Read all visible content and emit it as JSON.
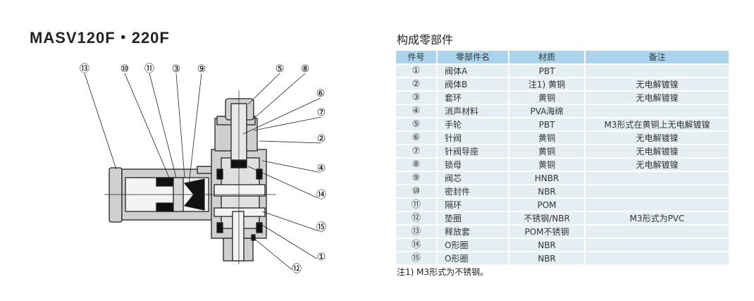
{
  "title": "MASV120F・220F",
  "diagram": {
    "callouts": [
      {
        "label": "⑬",
        "target": "release-sleeve"
      },
      {
        "label": "⑩",
        "target": "seal"
      },
      {
        "label": "⑪",
        "target": "spacer-ring"
      },
      {
        "label": "③",
        "target": "sleeve-ring"
      },
      {
        "label": "⑨",
        "target": "valve-core"
      },
      {
        "label": "⑤",
        "target": "handwheel"
      },
      {
        "label": "⑧",
        "target": "lock-nut"
      },
      {
        "label": "⑥",
        "target": "needle-valve"
      },
      {
        "label": "⑦",
        "target": "needle-guide"
      },
      {
        "label": "②",
        "target": "body-b"
      },
      {
        "label": "④",
        "target": "silencer"
      },
      {
        "label": "⑭",
        "target": "o-ring-14"
      },
      {
        "label": "⑮",
        "target": "o-ring-15"
      },
      {
        "label": "①",
        "target": "body-a"
      },
      {
        "label": "⑫",
        "target": "gasket"
      }
    ]
  },
  "parts_table": {
    "title": "构成零部件",
    "headers": [
      "件号",
      "零部件名",
      "材质",
      "备注"
    ],
    "rows": [
      {
        "no": "①",
        "name": "阀体A",
        "material": "PBT",
        "remark": ""
      },
      {
        "no": "②",
        "name": "阀体B",
        "material": "注1) 黄铜",
        "remark": "无电解镀镍"
      },
      {
        "no": "③",
        "name": "套环",
        "material": "黄铜",
        "remark": "无电解镀镍"
      },
      {
        "no": "④",
        "name": "消声材料",
        "material": "PVA海绵",
        "remark": ""
      },
      {
        "no": "⑤",
        "name": "手轮",
        "material": "PBT",
        "remark": "M3形式在黄铜上无电解镀镍"
      },
      {
        "no": "⑥",
        "name": "针阀",
        "material": "黄铜",
        "remark": "无电解镀镍"
      },
      {
        "no": "⑦",
        "name": "针阀导座",
        "material": "黄铜",
        "remark": "无电解镀镍"
      },
      {
        "no": "⑧",
        "name": "锁母",
        "material": "黄铜",
        "remark": "无电解镀镍"
      },
      {
        "no": "⑨",
        "name": "阀芯",
        "material": "HNBR",
        "remark": ""
      },
      {
        "no": "⑩",
        "name": "密封件",
        "material": "NBR",
        "remark": ""
      },
      {
        "no": "⑪",
        "name": "隔环",
        "material": "POM",
        "remark": ""
      },
      {
        "no": "⑫",
        "name": "垫圈",
        "material": "不锈钢/NBR",
        "remark": "M3形式为PVC"
      },
      {
        "no": "⑬",
        "name": "释放套",
        "material": "POM不锈钢",
        "remark": ""
      },
      {
        "no": "⑭",
        "name": "O形圈",
        "material": "NBR",
        "remark": ""
      },
      {
        "no": "⑮",
        "name": "O形圈",
        "material": "NBR",
        "remark": ""
      }
    ],
    "note": "注1) M3形式为不锈钢。"
  }
}
